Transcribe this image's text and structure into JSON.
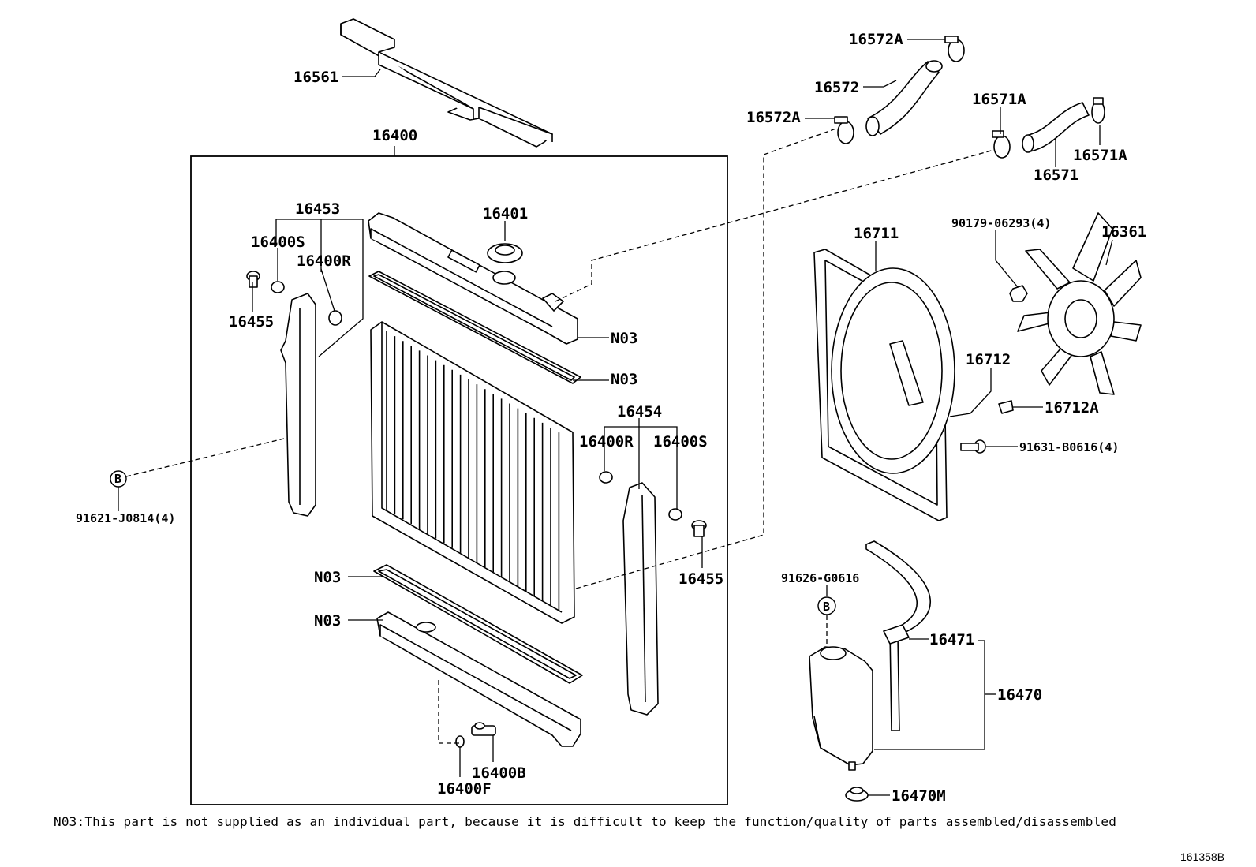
{
  "labels": {
    "p16561": "16561",
    "p16400": "16400",
    "p16453": "16453",
    "p16400S_l": "16400S",
    "p16400R_l": "16400R",
    "p16455_l": "16455",
    "p16401": "16401",
    "pN03_a": "N03",
    "pN03_b": "N03",
    "pN03_c": "N03",
    "pN03_d": "N03",
    "p16454": "16454",
    "p16400R_r": "16400R",
    "p16400S_r": "16400S",
    "p16455_r": "16455",
    "p16400B": "16400B",
    "p16400F": "16400F",
    "p91621": "91621-J0814(4)",
    "pB_left": "B",
    "p16572A_t": "16572A",
    "p16572": "16572",
    "p16572A_l": "16572A",
    "p16571A_t": "16571A",
    "p16571A_r": "16571A",
    "p16571": "16571",
    "p16711": "16711",
    "p90179": "90179-06293(4)",
    "p16361": "16361",
    "p16712": "16712",
    "p16712A": "16712A",
    "p91631": "91631-B0616(4)",
    "p91626": "91626-G0616",
    "pB_right": "B",
    "p16471": "16471",
    "p16470": "16470",
    "p16470M": "16470M"
  },
  "note": "N03:This part is not supplied as an individual part, because it is difficult to keep the function/quality of parts assembled/disassembled",
  "figure_id": "161358B"
}
